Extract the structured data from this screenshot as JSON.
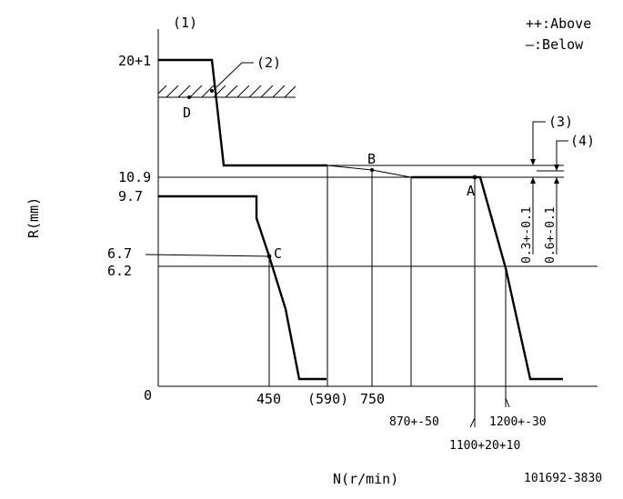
{
  "diagram": {
    "legend": {
      "above": "++:Above",
      "below": "—:Below"
    },
    "axis": {
      "y_title": "R(mm)",
      "x_title": "N(r/min)",
      "origin": "0"
    },
    "y_ticks": {
      "t20": "20+1",
      "t109": "10.9",
      "t97": "9.7",
      "t67": "6.7",
      "t62": "6.2"
    },
    "x_ticks": {
      "t450": "450",
      "t590": "(590)",
      "t750": "750",
      "t870": "870+-50",
      "t1100": "1100+20+10",
      "t1200": "1200+-30"
    },
    "callouts": {
      "c1": "(1)",
      "c2": "(2)",
      "c3": "(3)",
      "c4": "(4)"
    },
    "points": {
      "a": "A",
      "b": "B",
      "c": "C",
      "d": "D"
    },
    "tolerances": {
      "t3": "0.3+-0.1",
      "t4": "0.6+-0.1"
    },
    "drawing_number": "101692-3830"
  }
}
